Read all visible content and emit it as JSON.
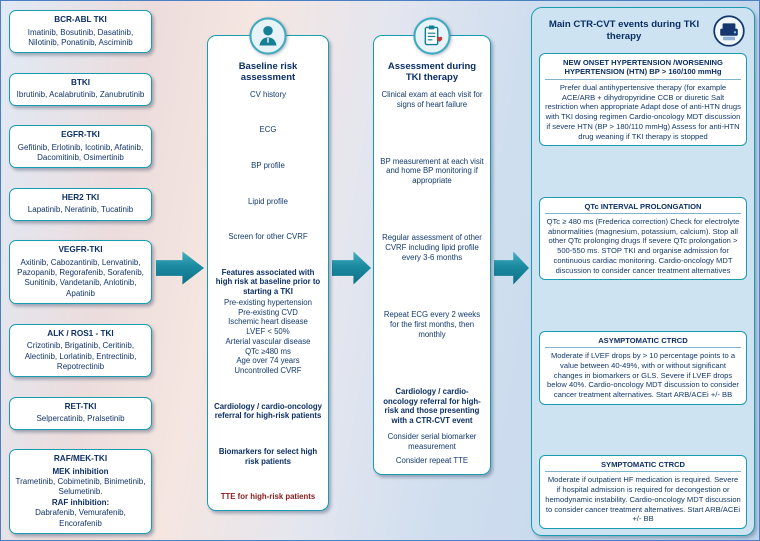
{
  "drug_classes": [
    {
      "title": "BCR-ABL TKI",
      "lines": [
        {
          "text": "Imatinib, Bosutinib, Dasatinib, Nilotinib, Ponatinib, Asciminib",
          "bold": false
        }
      ]
    },
    {
      "title": "BTKI",
      "lines": [
        {
          "text": "Ibrutinib, Acalabrutinib, Zanubrutinib",
          "bold": false
        }
      ]
    },
    {
      "title": "EGFR-TKI",
      "lines": [
        {
          "text": "Gefitinib, Erlotinib, Icotinib, Afatinib, Dacomitinib, Osimertinib",
          "bold": false
        }
      ]
    },
    {
      "title": "HER2 TKI",
      "lines": [
        {
          "text": "Lapatinib, Neratinib, Tucatinib",
          "bold": false
        }
      ]
    },
    {
      "title": "VEGFR-TKI",
      "lines": [
        {
          "text": "Axitinib, Cabozantinib, Lenvatinib, Pazopanib, Regorafenib, Sorafenib, Sunitinib, Vandetanib, Anlotinib, Apatinib",
          "bold": false
        }
      ]
    },
    {
      "title": "ALK / ROS1 - TKI",
      "lines": [
        {
          "text": "Crizotinib, Brigatinib, Ceritinib, Alectinib, Lorlatinib, Entrectinib, Repotrectinib",
          "bold": false
        }
      ]
    },
    {
      "title": "RET-TKI",
      "lines": [
        {
          "text": "Selpercatinib, Pralsetinib",
          "bold": false
        }
      ]
    },
    {
      "title": "RAF/MEK-TKI",
      "lines": [
        {
          "text": "MEK inhibition",
          "bold": true
        },
        {
          "text": "Trametinib, Cobimetinib, Binimetinib, Selumetinib.",
          "bold": false
        },
        {
          "text": "RAF inhibition:",
          "bold": true
        },
        {
          "text": "Dabrafenib, Vemurafenib, Encorafenib",
          "bold": false
        }
      ]
    }
  ],
  "baseline": {
    "title": "Baseline risk assessment",
    "groups": [
      {
        "style": "normal",
        "lines": [
          "CV history"
        ]
      },
      {
        "style": "normal",
        "lines": [
          "ECG"
        ]
      },
      {
        "style": "normal",
        "lines": [
          "BP profile"
        ]
      },
      {
        "style": "normal",
        "lines": [
          "Lipid profile"
        ]
      },
      {
        "style": "normal",
        "lines": [
          "Screen for other CVRF"
        ]
      },
      {
        "style": "feature-block",
        "title": "Features associated with high risk at baseline prior to starting a TKI",
        "lines": [
          "Pre-existing hypertension",
          "Pre-existing CVD",
          "Ischemic heart disease",
          "LVEF < 50%",
          "Arterial vascular disease",
          "QTc ≥480 ms",
          "Age over 74 years",
          "Uncontrolled CVRF"
        ]
      },
      {
        "style": "bold",
        "lines": [
          "Cardiology / cardio-oncology referral for high-risk patients"
        ]
      },
      {
        "style": "bold",
        "lines": [
          "Biomarkers for select high risk patients"
        ]
      },
      {
        "style": "red-bold",
        "lines": [
          "TTE for high-risk patients"
        ]
      }
    ]
  },
  "assessment": {
    "title": "Assessment during TKI therapy",
    "groups": [
      {
        "style": "normal",
        "lines": [
          "Clinical exam at each visit for signs of heart failure"
        ]
      },
      {
        "style": "normal",
        "lines": [
          "BP measurement at each visit and home BP monitoring if appropriate"
        ]
      },
      {
        "style": "normal",
        "lines": [
          "Regular assessment of other CVRF including lipid profile every 3-6 months"
        ]
      },
      {
        "style": "normal",
        "lines": [
          "Repeat ECG every 2 weeks for the first months, then monthly"
        ]
      },
      {
        "style": "bold-block",
        "title": "Cardiology / cardio-oncology referral for high-risk and those presenting with a CTR-CVT event",
        "lines": [
          "Consider serial biomarker measurement",
          "Consider repeat TTE"
        ]
      }
    ]
  },
  "panel": {
    "title": "Main CTR-CVT events during TKI therapy",
    "events": [
      {
        "title": "NEW ONSET HYPERTENSION /WORSENING HYPERTENSION (HTN) BP > 160/100 mmHg",
        "body": "Prefer dual antihypertensive therapy (for example ACE/ARB + dihydropyridine CCB or diuretic Salt restriction when appropriate Adapt dose of anti-HTN drugs with TKI dosing regimen Cardio-oncology MDT discussion if severe HTN (BP > 180/110 mmHg) Assess for anti-HTN drug weaning if TKI therapy is stopped"
      },
      {
        "title": "QTc INTERVAL PROLONGATION",
        "body": "QTc ≥ 480 ms (Frederica correction) Check for electrolyte abnormalities (magnesium, potassium, calcium). Stop all other QTc prolonging drugs If severe QTc prolongation > 500-550 ms. STOP TKI and organise admission for continuous cardiac monitoring. Cardio-oncology MDT discussion to consider cancer treatment alternatives"
      },
      {
        "title": "ASYMPTOMATIC CTRCD",
        "body": "Moderate if LVEF drops by > 10 percentage points to a value between 40-49%, with or without significant changes in biomarkers or GLS. Severe if LVEF drops below 40%. Cardio-oncology MDT discussion to consider cancer treatment alternatives. Start ARB/ACEi +/- BB"
      },
      {
        "title": "SYMPTOMATIC CTRCD",
        "body": "Moderate if outpatient HF medication is required. Severe if hospital admission is required for decongestion or hemodynamic instability. Cardio-oncology MDT discussion to consider cancer treatment alternatives. Start ARB/ACEi +/- BB"
      }
    ]
  },
  "colors": {
    "teal_border": "#1a9cb0",
    "navy_text": "#0b2f66",
    "red_text": "#8e1b1b",
    "panel_bg": "#cde3f2"
  }
}
